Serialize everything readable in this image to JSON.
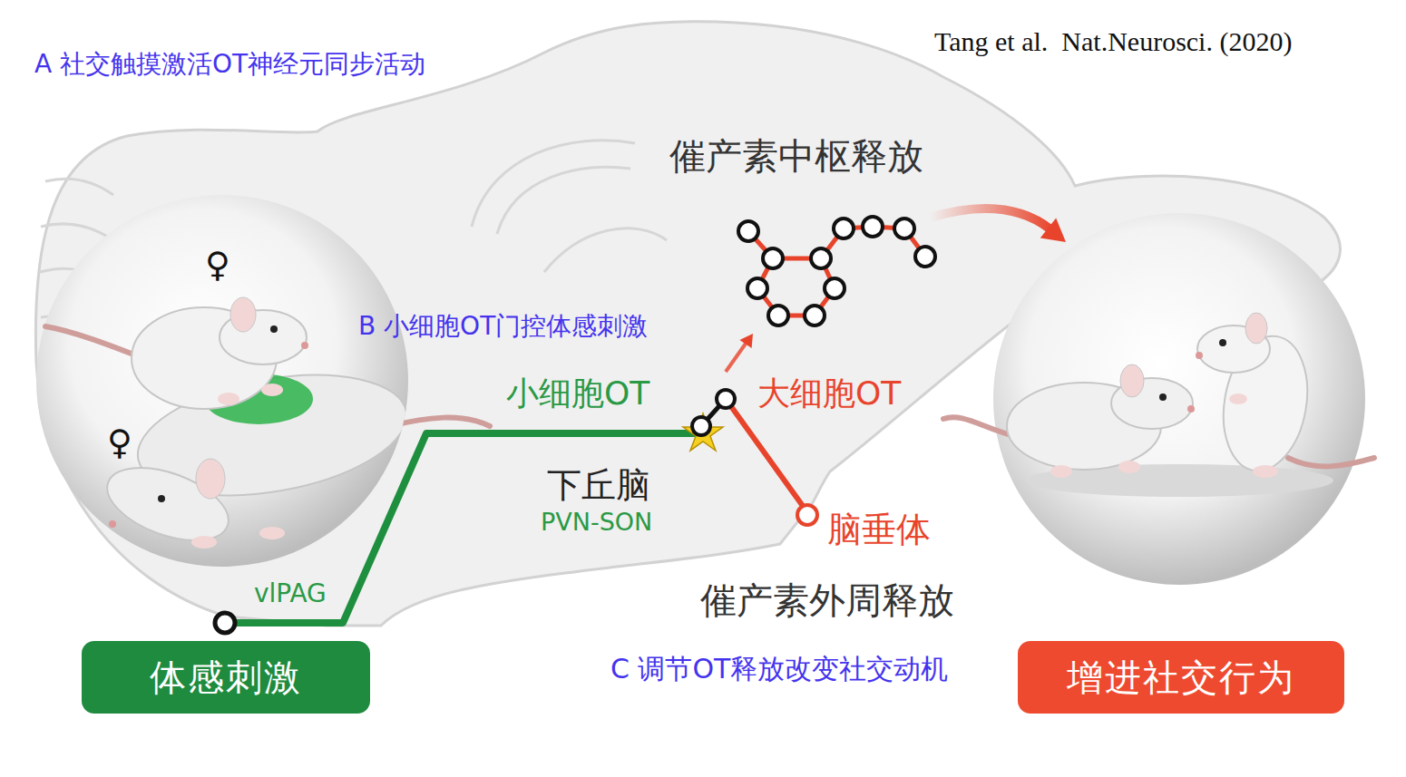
{
  "diagram": {
    "nodes": [
      {
        "text": [
          "体感刺激"
        ]
      },
      {
        "text": [
          "增进社交行为"
        ]
      }
    ],
    "labels": [
      "Tang et al.  Nat.Neurosci. (2020)",
      "A 社交触摸激活OT神经元同步活动",
      "♀",
      "♀",
      "催产素中枢释放",
      "B 小细胞OT门控体感刺激",
      "小细胞OT",
      "大细胞OT",
      "下丘脑",
      "PVN-SON",
      "脑垂体",
      "vlPAG",
      "催产素外周释放",
      "C 调节OT释放改变社交动机"
    ]
  }
}
